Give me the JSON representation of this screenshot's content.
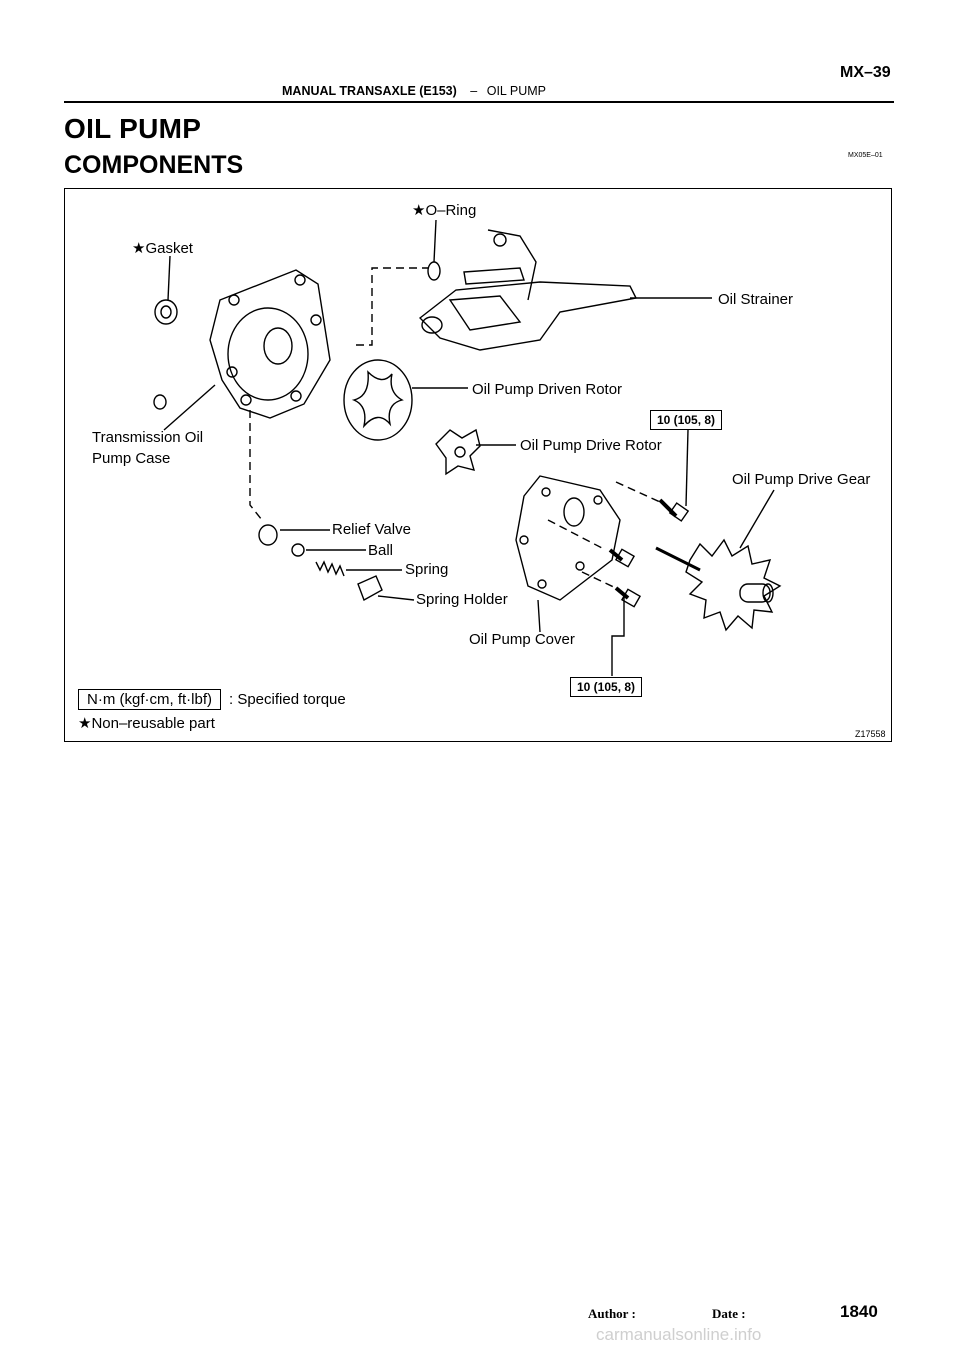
{
  "header": {
    "section": "MANUAL TRANSAXLE (E153)",
    "separator": "–",
    "subsection": "OIL PUMP",
    "page_code": "MX–39"
  },
  "title": "OIL PUMP",
  "subtitle": "COMPONENTS",
  "doc_code": "MX05E–01",
  "diagram": {
    "labels": {
      "o_ring": "★O–Ring",
      "gasket": "★Gasket",
      "oil_strainer": "Oil Strainer",
      "driven_rotor": "Oil Pump Driven Rotor",
      "drive_rotor": "Oil Pump Drive Rotor",
      "case_line1": "Transmission Oil",
      "case_line2": "Pump Case",
      "drive_gear": "Oil Pump Drive Gear",
      "relief_valve": "Relief Valve",
      "ball": "Ball",
      "spring": "Spring",
      "spring_holder": "Spring Holder",
      "cover": "Oil Pump Cover"
    },
    "torque_top": "10 (105, 8)",
    "torque_bottom": "10 (105, 8)",
    "figure_id": "Z17558",
    "legend": {
      "unit": "N·m (kgf·cm, ft·lbf)",
      "unit_desc": ": Specified torque",
      "non_reusable": "★Non–reusable part"
    }
  },
  "footer": {
    "author": "Author :",
    "date": "Date :",
    "page_number": "1840",
    "watermark": "carmanualsonline.info"
  }
}
